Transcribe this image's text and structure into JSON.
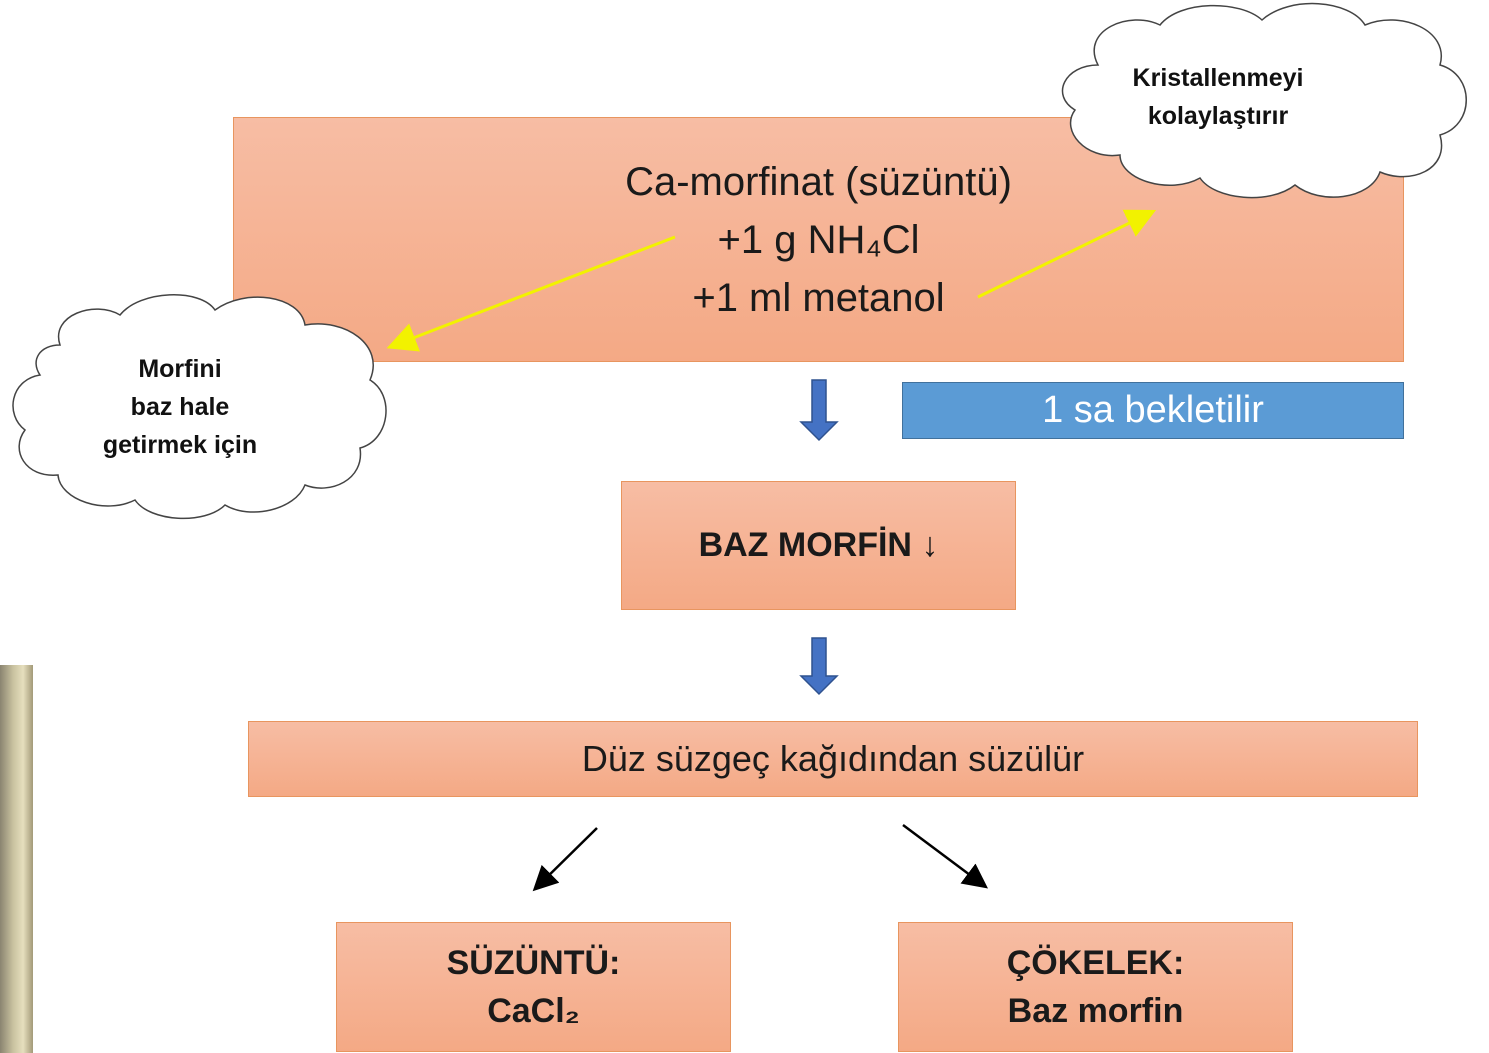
{
  "clouds": {
    "top_right": {
      "line1": "Kristallenmeyi",
      "line2": "kolaylaştırır"
    },
    "left": {
      "line1": "Morfini",
      "line2": "baz hale",
      "line3": "getirmek için"
    }
  },
  "main_box": {
    "line1": "Ca-morfinat (süzüntü)",
    "line2": "+1 g NH₄Cl",
    "line3": "+1 ml metanol"
  },
  "wait_label": "1 sa bekletilir",
  "base_box": "BAZ MORFİN ↓",
  "filter_box": "Düz süzgeç kağıdından süzülür",
  "filtrate_box": {
    "title": "SÜZÜNTÜ:",
    "value": "CaCl₂"
  },
  "precipitate_box": {
    "title": "ÇÖKELEK:",
    "value": "Baz morfin"
  },
  "colors": {
    "box_fill": "#f5ad8c",
    "box_border": "#e8955f",
    "accent_blue": "#5b9bd5",
    "arrow_yellow": "#f2f200"
  }
}
